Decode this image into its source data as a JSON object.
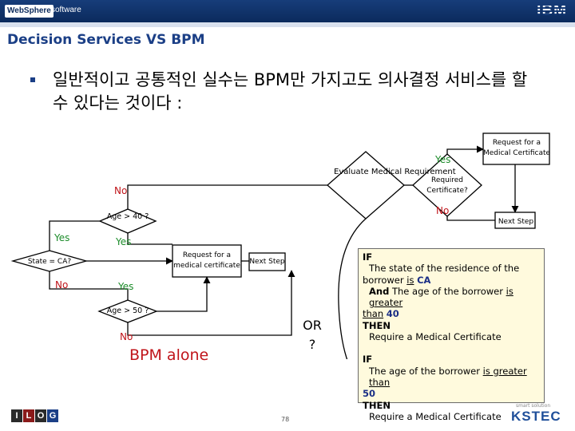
{
  "header": {
    "brand_left": "WebSphere",
    "brand_left_suffix": "software",
    "brand_right": "IBM"
  },
  "slide": {
    "title": "Decision Services VS BPM",
    "bullet": "일반적이고 공통적인 실수는 BPM만 가지고도 의사결정 서비스를 할 수 있다는 것이다 :",
    "page_number": "78"
  },
  "diagram": {
    "nodes": {
      "evaluate": "Evaluate Medical Requirement",
      "required_cert": "Required Certificate?",
      "request_top": "Request for a Medical Certificate",
      "next_step_right": "Next Step",
      "age_40": "Age > 40 ?",
      "state_ca": "State = CA?",
      "request_mid": "Request for a medical certificate",
      "next_step_mid": "Next Step",
      "age_50": "Age > 50 ?"
    },
    "edges": {
      "yes_top": "Yes",
      "no_required": "No",
      "no_evaluate": "No",
      "yes_state": "Yes",
      "yes_age40": "Yes",
      "no_state": "No",
      "yes_age50": "Yes",
      "no_age50": "No"
    },
    "bpm_alone": "BPM alone",
    "or": "OR",
    "question": "?"
  },
  "rules": {
    "rule1": {
      "if": "IF",
      "line1": "The state of the residence of the",
      "line2_pre": "borrower ",
      "line2_is": "is",
      "line2_val": "CA",
      "line3_and": "And",
      "line3_rest": " The age of the borrower ",
      "line3_op": "is greater",
      "line4_op": "than",
      "line4_val": "40",
      "then": "THEN",
      "action": "Require a Medical Certificate"
    },
    "rule2": {
      "if": "IF",
      "line1_pre": "The age of the borrower ",
      "line1_op": "is greater than",
      "line2_val": "50",
      "then": "THEN",
      "action": "Require a Medical Certificate"
    }
  },
  "footer": {
    "ilog_letters": [
      "I",
      "L",
      "O",
      "G"
    ],
    "ilog_colors": [
      "#2a2a2a",
      "#8a1a1a",
      "#2a2a2a",
      "#1b3f86"
    ],
    "kstec_tag": "smart solution",
    "kstec": "KSTEC"
  }
}
